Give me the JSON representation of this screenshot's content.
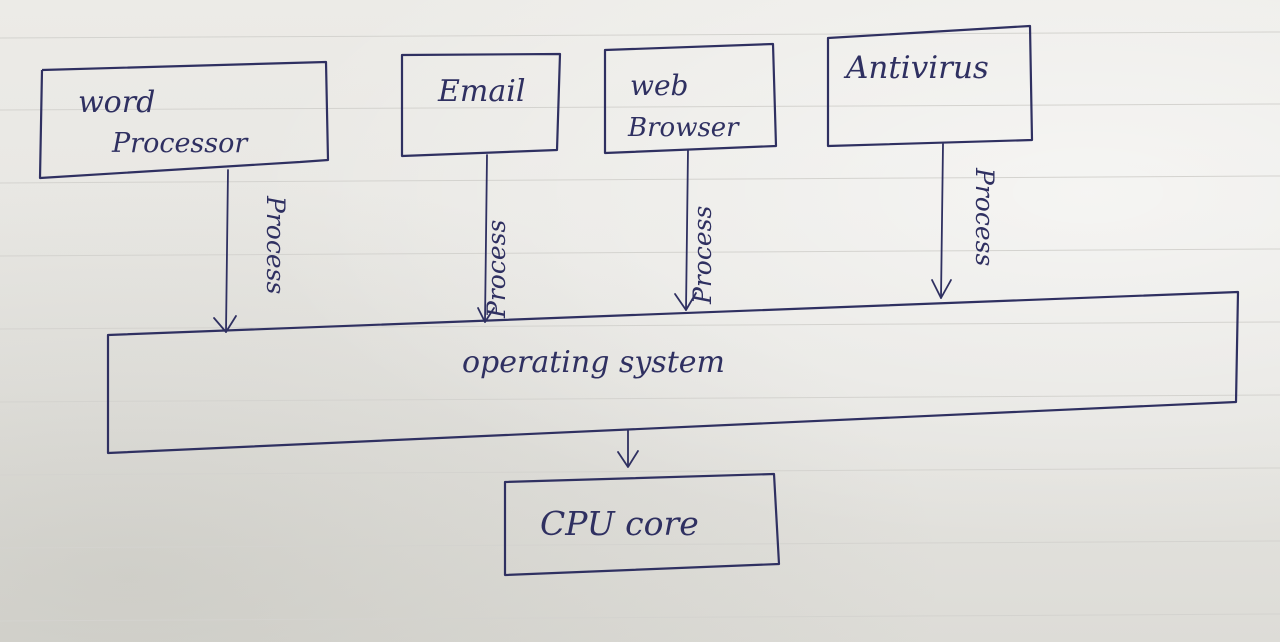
{
  "programs": [
    {
      "label_lines": [
        "word",
        "Processor"
      ],
      "arrow_label": "Process"
    },
    {
      "label_lines": [
        "Email"
      ],
      "arrow_label": "Process"
    },
    {
      "label_lines": [
        "web",
        "Browser"
      ],
      "arrow_label": "Process"
    },
    {
      "label_lines": [
        "Antivirus"
      ],
      "arrow_label": "Process"
    }
  ],
  "os": {
    "label": "operating system"
  },
  "cpu": {
    "label": "CPU core"
  },
  "colors": {
    "ink": "#2f3061",
    "paper": "#e9e8e4",
    "rule": "#d4d3cf"
  }
}
